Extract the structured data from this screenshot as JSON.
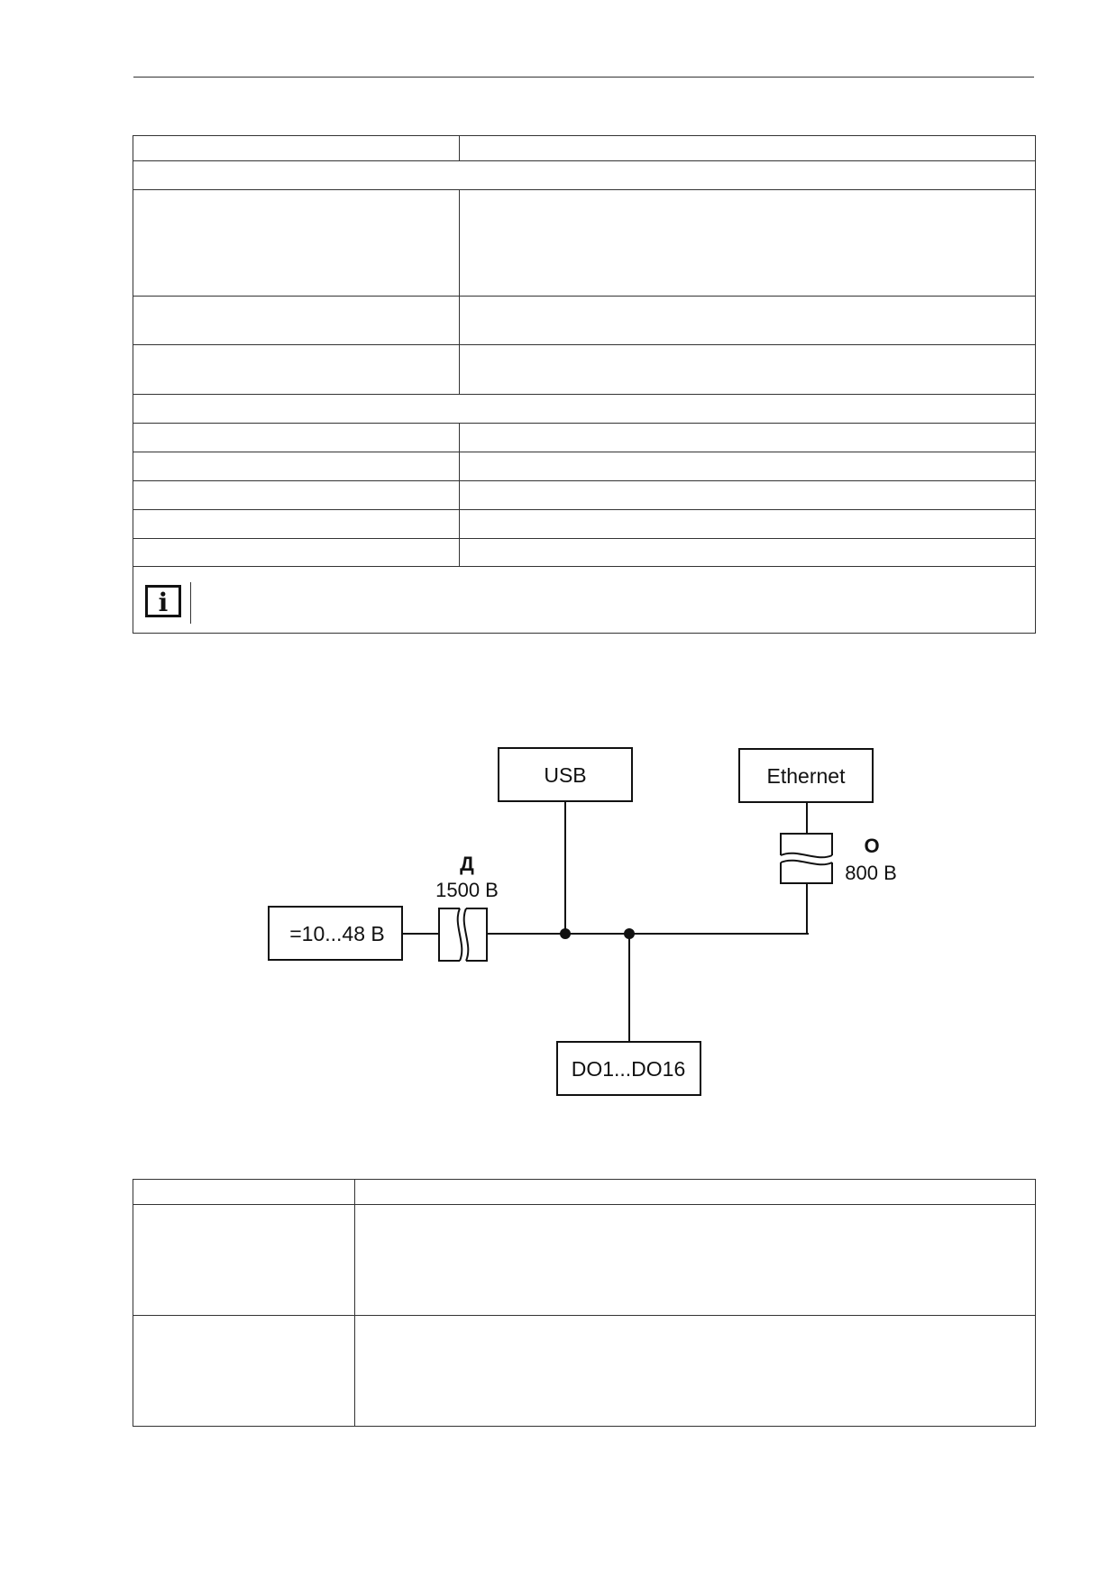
{
  "diagram": {
    "usb_label": "USB",
    "ethernet_label": "Ethernet",
    "power_label": "=10...48 В",
    "outputs_label": "DO1...DO16",
    "isolation_power": {
      "type_letter": "Д",
      "voltage": "1500 В"
    },
    "isolation_ethernet": {
      "type_letter": "О",
      "voltage": "800 В"
    }
  },
  "icons": {
    "info": "info-icon",
    "info_glyph": "i"
  },
  "colors": {
    "line": "#111111",
    "border": "#333333",
    "background": "#ffffff"
  }
}
